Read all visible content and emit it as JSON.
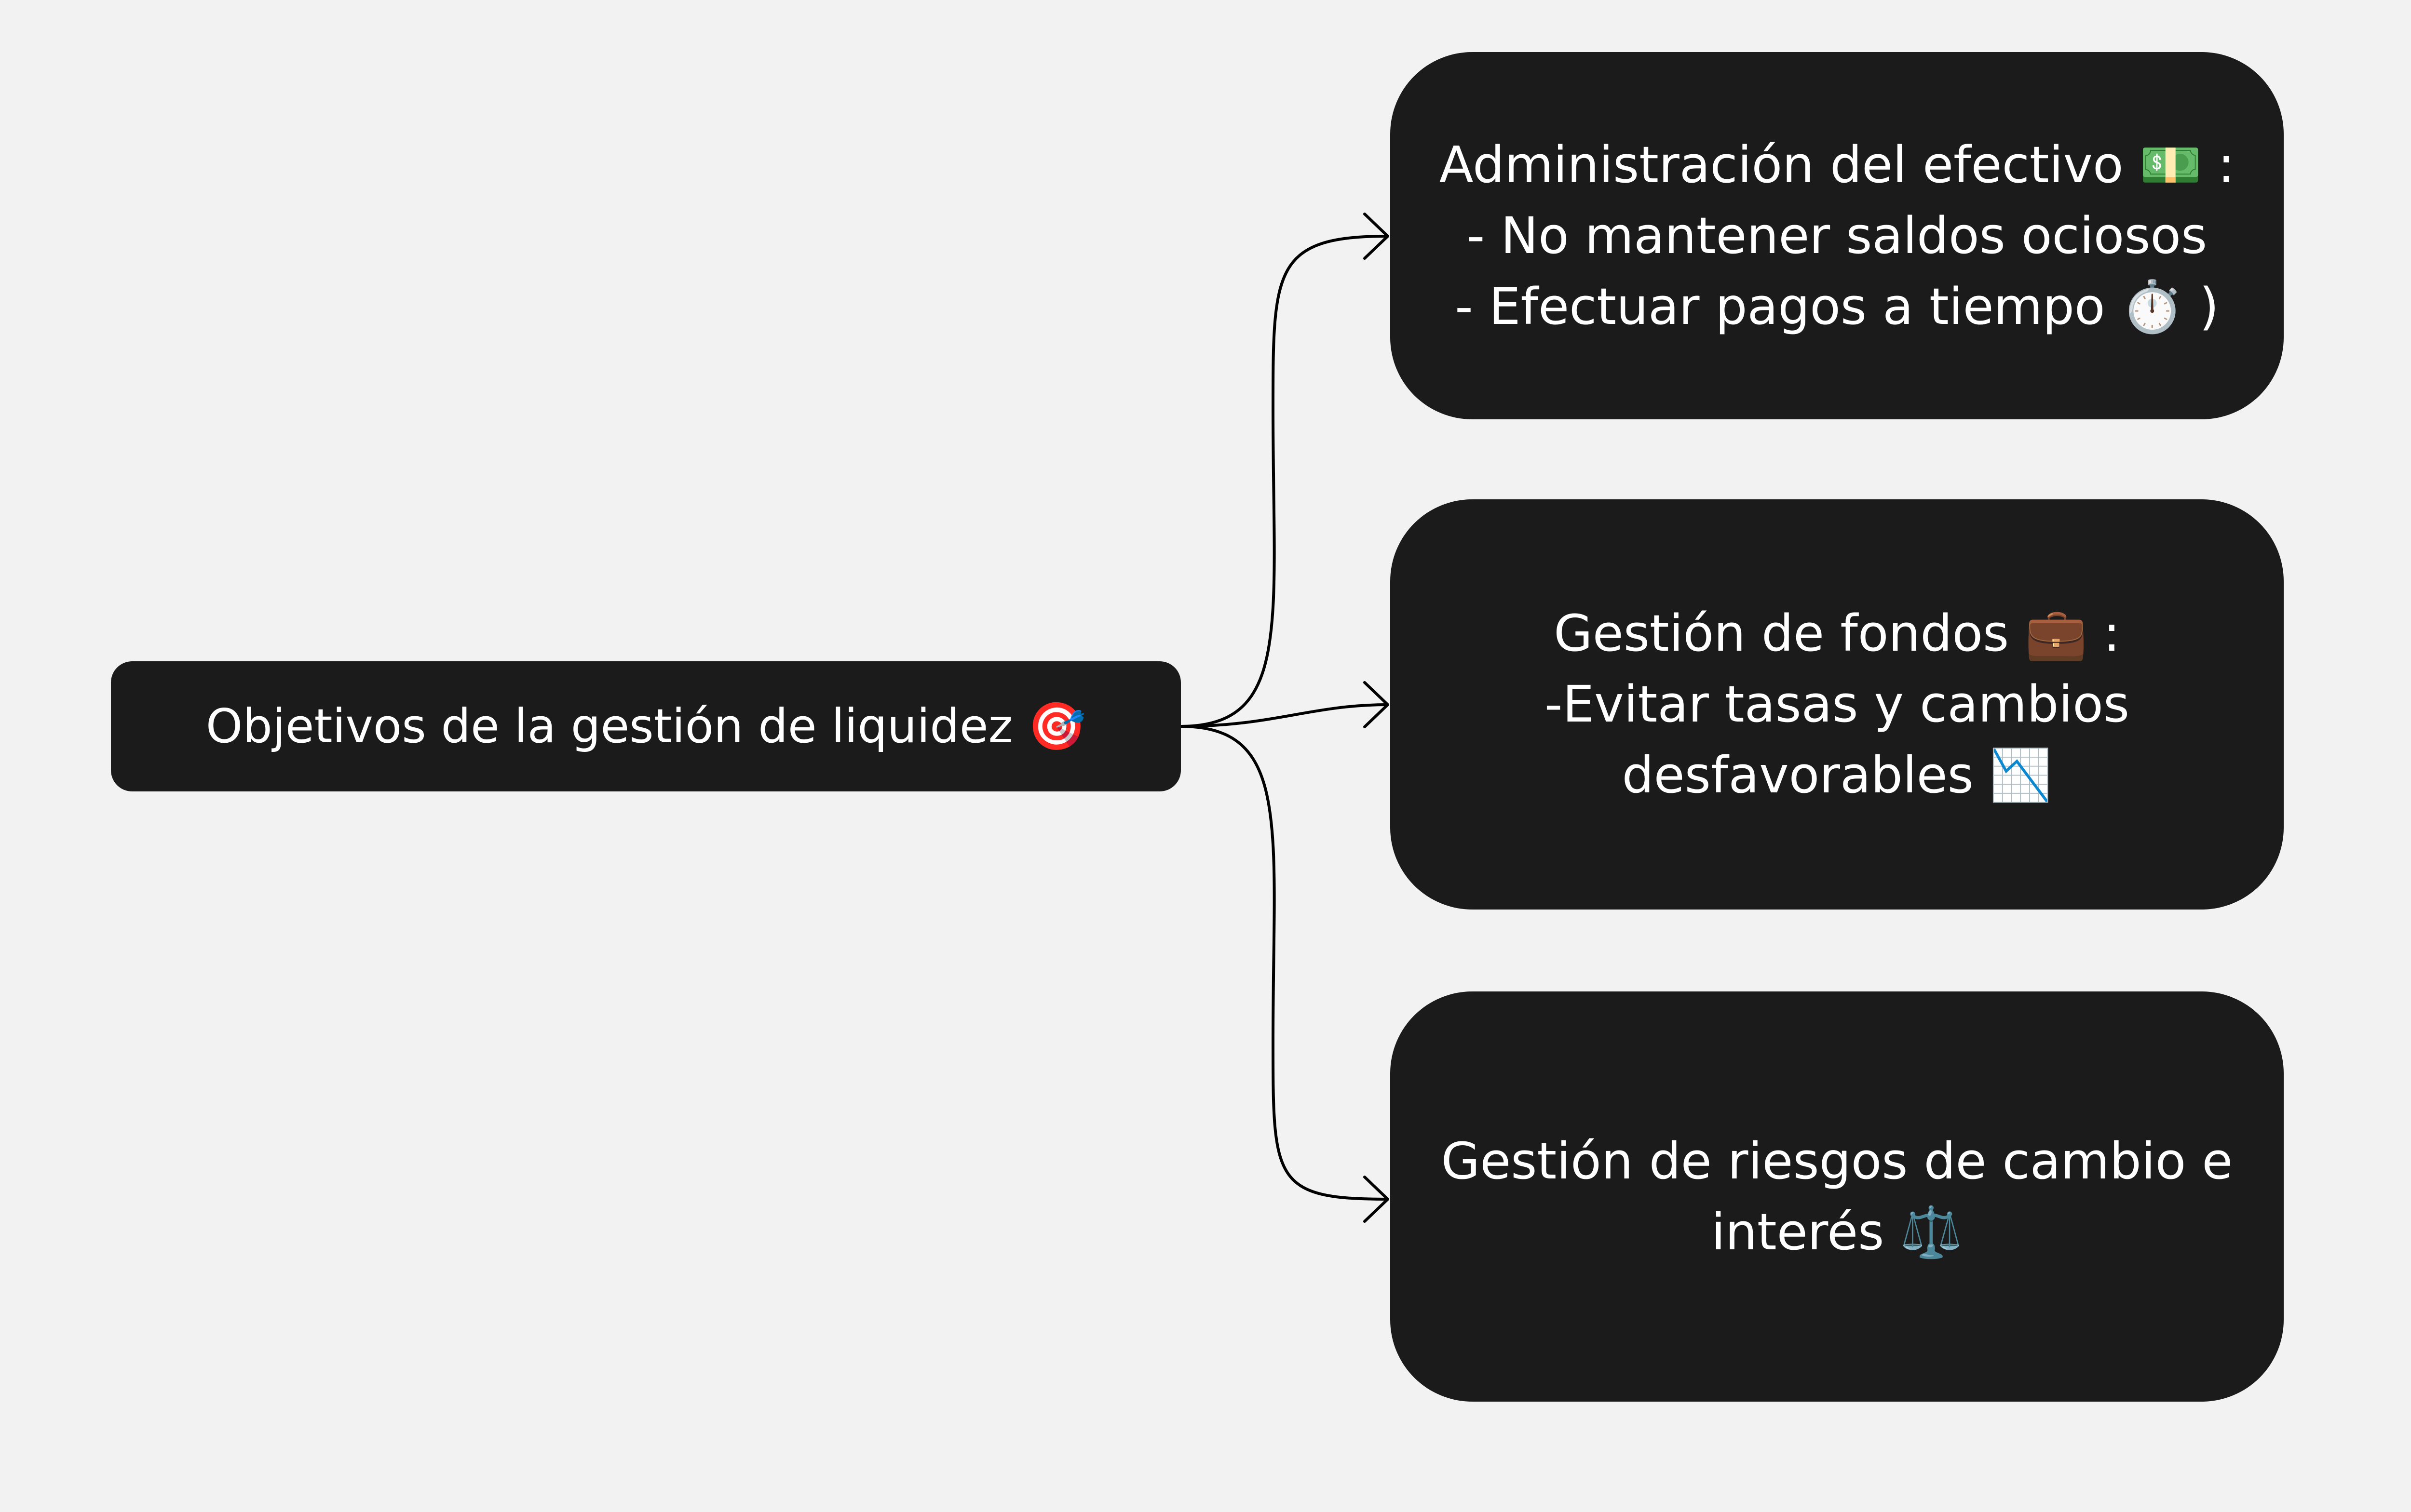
{
  "root": {
    "text": "Objetivos de la gestión de liquidez",
    "emoji": "🎯"
  },
  "cards": [
    {
      "lines": [
        {
          "text": "Administración del efectivo",
          "emoji": "💵",
          "after": " :"
        },
        {
          "text": "- No mantener saldos ociosos",
          "emoji": "",
          "after": ""
        },
        {
          "text": "- Efectuar pagos a tiempo",
          "emoji": "⏱️",
          "after": " )"
        }
      ]
    },
    {
      "lines": [
        {
          "text": "Gestión de fondos",
          "emoji": "💼",
          "after": " :"
        },
        {
          "text": "-Evitar tasas y cambios",
          "emoji": "",
          "after": ""
        },
        {
          "text": "desfavorables",
          "emoji": "📉",
          "after": ""
        }
      ]
    },
    {
      "lines": [
        {
          "text": "Gestión de riesgos de cambio e",
          "emoji": "",
          "after": ""
        },
        {
          "text": "interés",
          "emoji": "⚖️",
          "after": ""
        }
      ]
    }
  ]
}
